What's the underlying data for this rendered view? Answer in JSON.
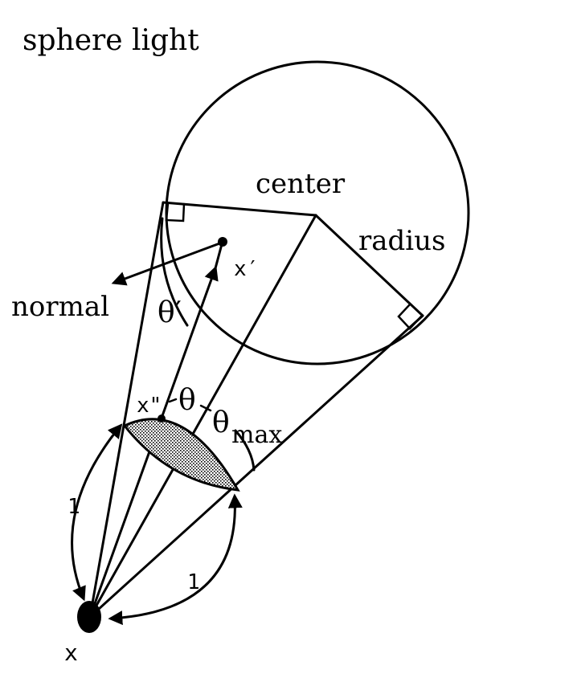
{
  "diagram": {
    "title": "sphere light",
    "labels": {
      "center": "center",
      "radius": "radius",
      "normal": "normal",
      "x_prime": "x′",
      "x_double_prime": "x\"",
      "x": "x",
      "theta_prime": "θ′",
      "theta": "θ",
      "theta_max_symbol": "θ",
      "theta_max_sub": "max",
      "unit_left": "1",
      "unit_right": "1"
    },
    "colors": {
      "ink": "#000000",
      "background": "#ffffff",
      "cap_fill": "stipple-gray"
    }
  }
}
